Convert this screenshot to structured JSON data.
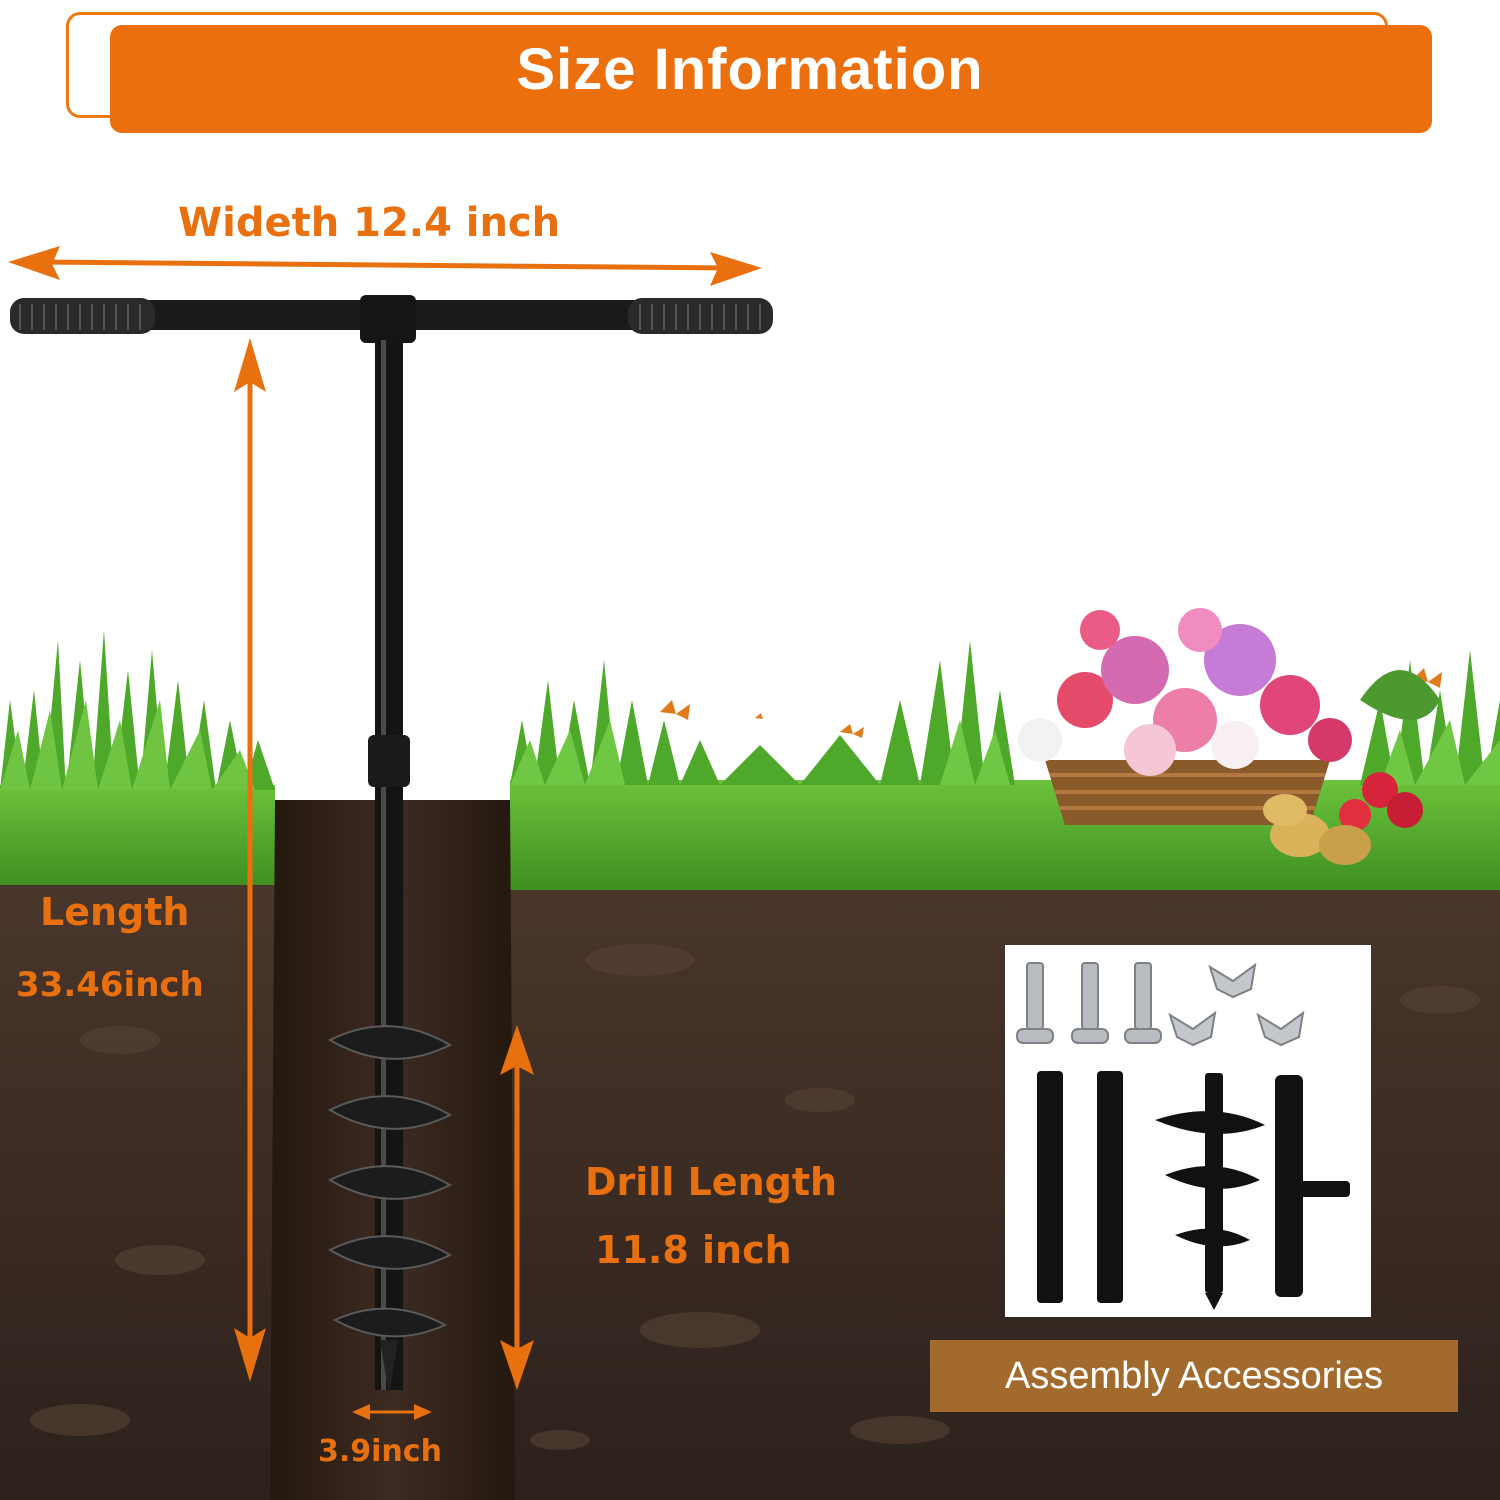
{
  "header": {
    "title": "Size Information"
  },
  "dimensions": {
    "width_label": "Wideth 12.4 inch",
    "length_label": "Length",
    "length_value": "33.46inch",
    "drill_label": "Drill Length",
    "drill_value": "11.8 inch",
    "diameter_label": "3.9inch"
  },
  "accessories": {
    "label": "Assembly Accessories"
  },
  "colors": {
    "accent": "#ec6f0e",
    "soil": "#3b2a22",
    "grass": "#4fa82b",
    "label_bg": "#a26a2c"
  },
  "icons": [
    "t-handle-auger-icon",
    "double-arrow-icon",
    "flower-basket-icon",
    "butterfly-icon",
    "bolt-icon",
    "wing-nut-icon"
  ]
}
